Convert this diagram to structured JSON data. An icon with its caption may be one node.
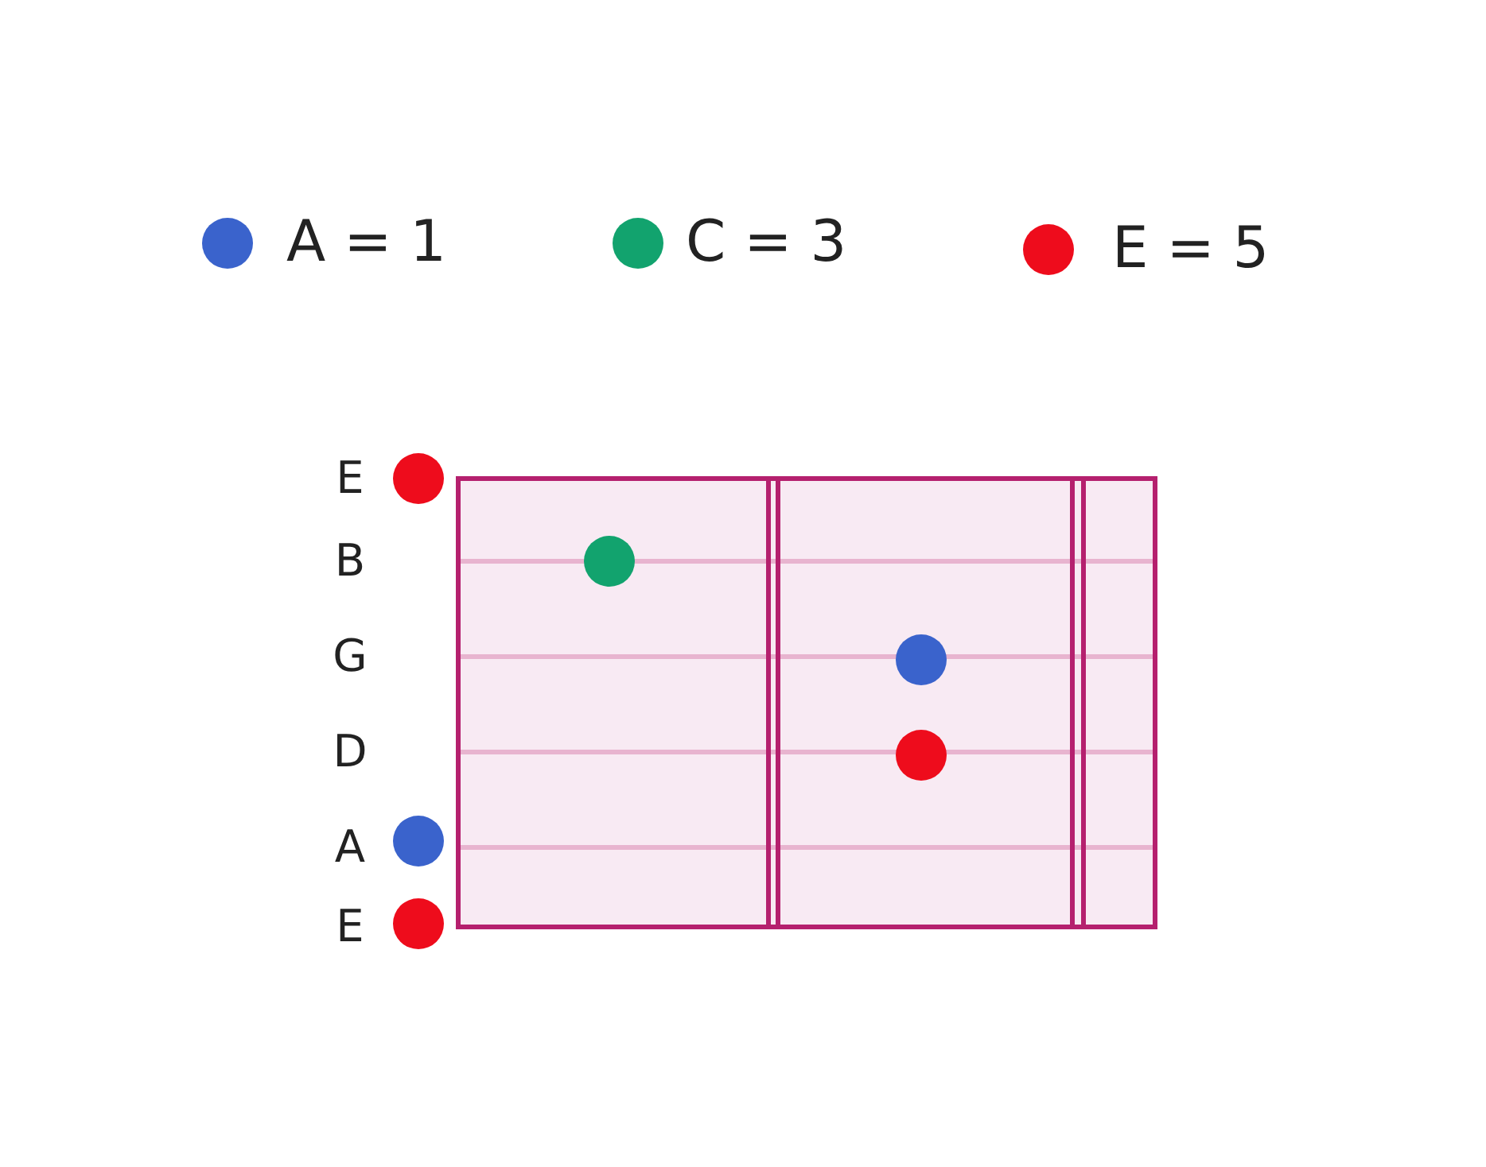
{
  "diagram": {
    "nodes": [
      {
        "text": [],
        "shape": "circle"
      },
      {
        "text": [],
        "shape": "circle"
      },
      {
        "text": [],
        "shape": "circle"
      },
      {
        "text": [],
        "shape": "circle"
      },
      {
        "text": [],
        "shape": "circle"
      },
      {
        "text": [],
        "shape": "circle"
      }
    ],
    "labels": [
      "E",
      "B",
      "G",
      "D",
      "A",
      "E"
    ],
    "legend": [
      {
        "text": "A = 1",
        "color": "#3a63cc"
      },
      {
        "text": "C = 3",
        "color": "#12a36e"
      },
      {
        "text": "E = 5",
        "color": "#ee0c1c"
      }
    ]
  }
}
